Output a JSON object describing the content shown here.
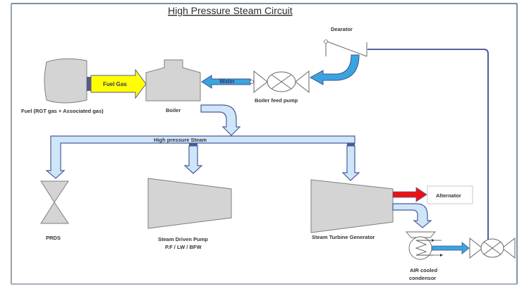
{
  "title": "High Pressure Steam Circuit",
  "colors": {
    "frame": "#2f4a6e",
    "frame_left": "#9aa4ae",
    "equipment_fill": "#d4d4d4",
    "equipment_stroke": "#7f7f7f",
    "steam_fill": "#cfe6fa",
    "steam_stroke": "#4a5a9a",
    "water_fill": "#3aa4e0",
    "fuel_fill": "#ffff00",
    "power_fill": "#ee1111",
    "line": "#3c4f8a"
  },
  "components": {
    "fuel_tank": {
      "label": "Fuel (RGT gas + Associated gas)",
      "icon": "gas-tank-icon"
    },
    "boiler": {
      "label": "Boiler",
      "icon": "boiler-icon"
    },
    "boiler_feed_pump": {
      "label": "Boiler feed pump",
      "icon": "pump-valve-icon"
    },
    "deaerator": {
      "label": "Dearator",
      "icon": "deaerator-icon"
    },
    "prds": {
      "label": "PRDS",
      "icon": "prds-valve-icon"
    },
    "steam_driven_pump": {
      "label": "Steam Driven Pump",
      "sublabel": "P.F / LW / BFW",
      "icon": "turbine-pump-icon"
    },
    "steam_turbine_generator": {
      "label": "Steam Turbine Generator",
      "icon": "turbine-icon"
    },
    "alternator": {
      "label": "Alternator"
    },
    "condenser": {
      "label_line1": "AIR cooled",
      "label_line2": "condensor",
      "icon": "condenser-icon"
    },
    "condensate_pump": {
      "icon": "pump-valve-icon"
    }
  },
  "flows": {
    "fuel_gas": "Fuel Gas",
    "water": "Water",
    "high_pressure_steam": "High pressure Steam"
  }
}
